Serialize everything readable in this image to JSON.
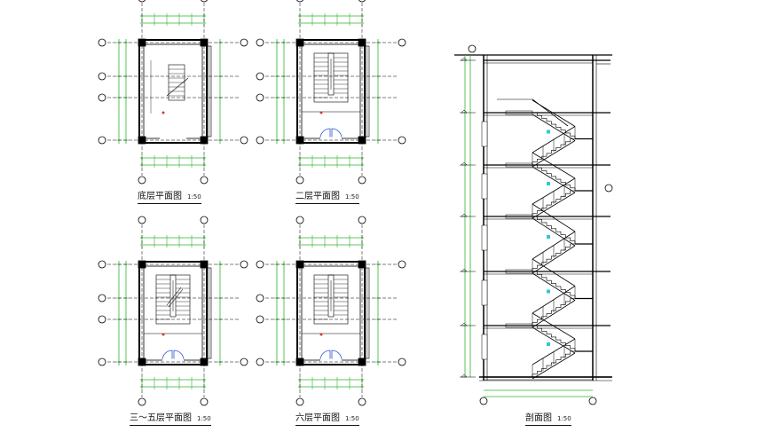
{
  "colors": {
    "line": "#000000",
    "dimension": "#2db52d",
    "accent_red": "#d23a3a",
    "door": "#2a4fd6",
    "rail_marker": "#34c6d6",
    "background": "#ffffff"
  },
  "plans": [
    {
      "id": "ground",
      "title": "底层平面图",
      "scale": "1:50"
    },
    {
      "id": "second",
      "title": "二层平面图",
      "scale": "1:50"
    },
    {
      "id": "third-fifth",
      "title": "三～五层平面图",
      "scale": "1:50"
    },
    {
      "id": "sixth",
      "title": "六层平面图",
      "scale": "1:50"
    }
  ],
  "section": {
    "title": "剖面图",
    "scale": "1:50"
  }
}
